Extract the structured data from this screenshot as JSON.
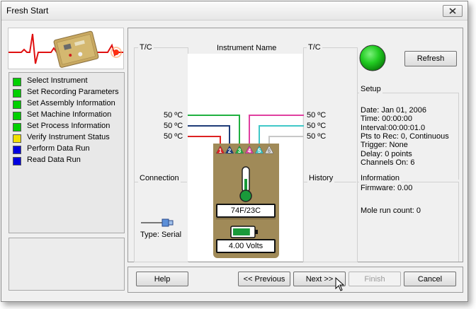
{
  "window": {
    "title": "Fresh Start"
  },
  "steps": [
    {
      "label": "Select Instrument",
      "color": "#00d000"
    },
    {
      "label": "Set Recording Parameters",
      "color": "#00d000"
    },
    {
      "label": "Set Assembly Information",
      "color": "#00d000"
    },
    {
      "label": "Set Machine Information",
      "color": "#00d000"
    },
    {
      "label": "Set Process Information",
      "color": "#00d000"
    },
    {
      "label": "Verify Instrument Status",
      "color": "#f0e000"
    },
    {
      "label": "Perform Data Run",
      "color": "#0000e0"
    },
    {
      "label": "Read Data Run",
      "color": "#0000e0"
    }
  ],
  "panel": {
    "tc_left_label": "T/C",
    "tc_right_label": "T/C",
    "instrument_name_label": "Instrument Name",
    "connection_label": "Connection",
    "connection_type": "Type: Serial",
    "history_label": "History",
    "setup_label": "Setup",
    "information_label": "Information",
    "refresh_label": "Refresh",
    "status_color": "#22cc22",
    "left_temps": [
      "50 ºC",
      "50 ºC",
      "50 ºC"
    ],
    "right_temps": [
      "50 ºC",
      "50 ºC",
      "50 ºC"
    ],
    "channels": [
      {
        "num": "1",
        "color": "#dd2222"
      },
      {
        "num": "2",
        "color": "#1e3c78"
      },
      {
        "num": "3",
        "color": "#20b040"
      },
      {
        "num": "4",
        "color": "#e040a0"
      },
      {
        "num": "5",
        "color": "#40c8c8"
      },
      {
        "num": "6",
        "color": "#e0e0e0"
      }
    ],
    "temperature_display": "74F/23C",
    "voltage_display": "4.00 Volts",
    "battery_level": 0.85,
    "setup_lines": [
      "Date: Jan 01, 2006",
      "Time: 00:00:00",
      "Interval:00:00:01.0",
      "Pts to Rec: 0, Continuous",
      "Trigger: None",
      "Delay: 0 points",
      "Channels On: 6"
    ],
    "firmware": "Firmware: 0.00",
    "mole_run_count": "Mole run count: 0"
  },
  "buttons": {
    "help": "Help",
    "previous": "<< Previous",
    "next": "Next >>",
    "finish": "Finish",
    "cancel": "Cancel"
  },
  "colors": {
    "device_body": "#a08a58",
    "device_light": "#b8a274"
  }
}
